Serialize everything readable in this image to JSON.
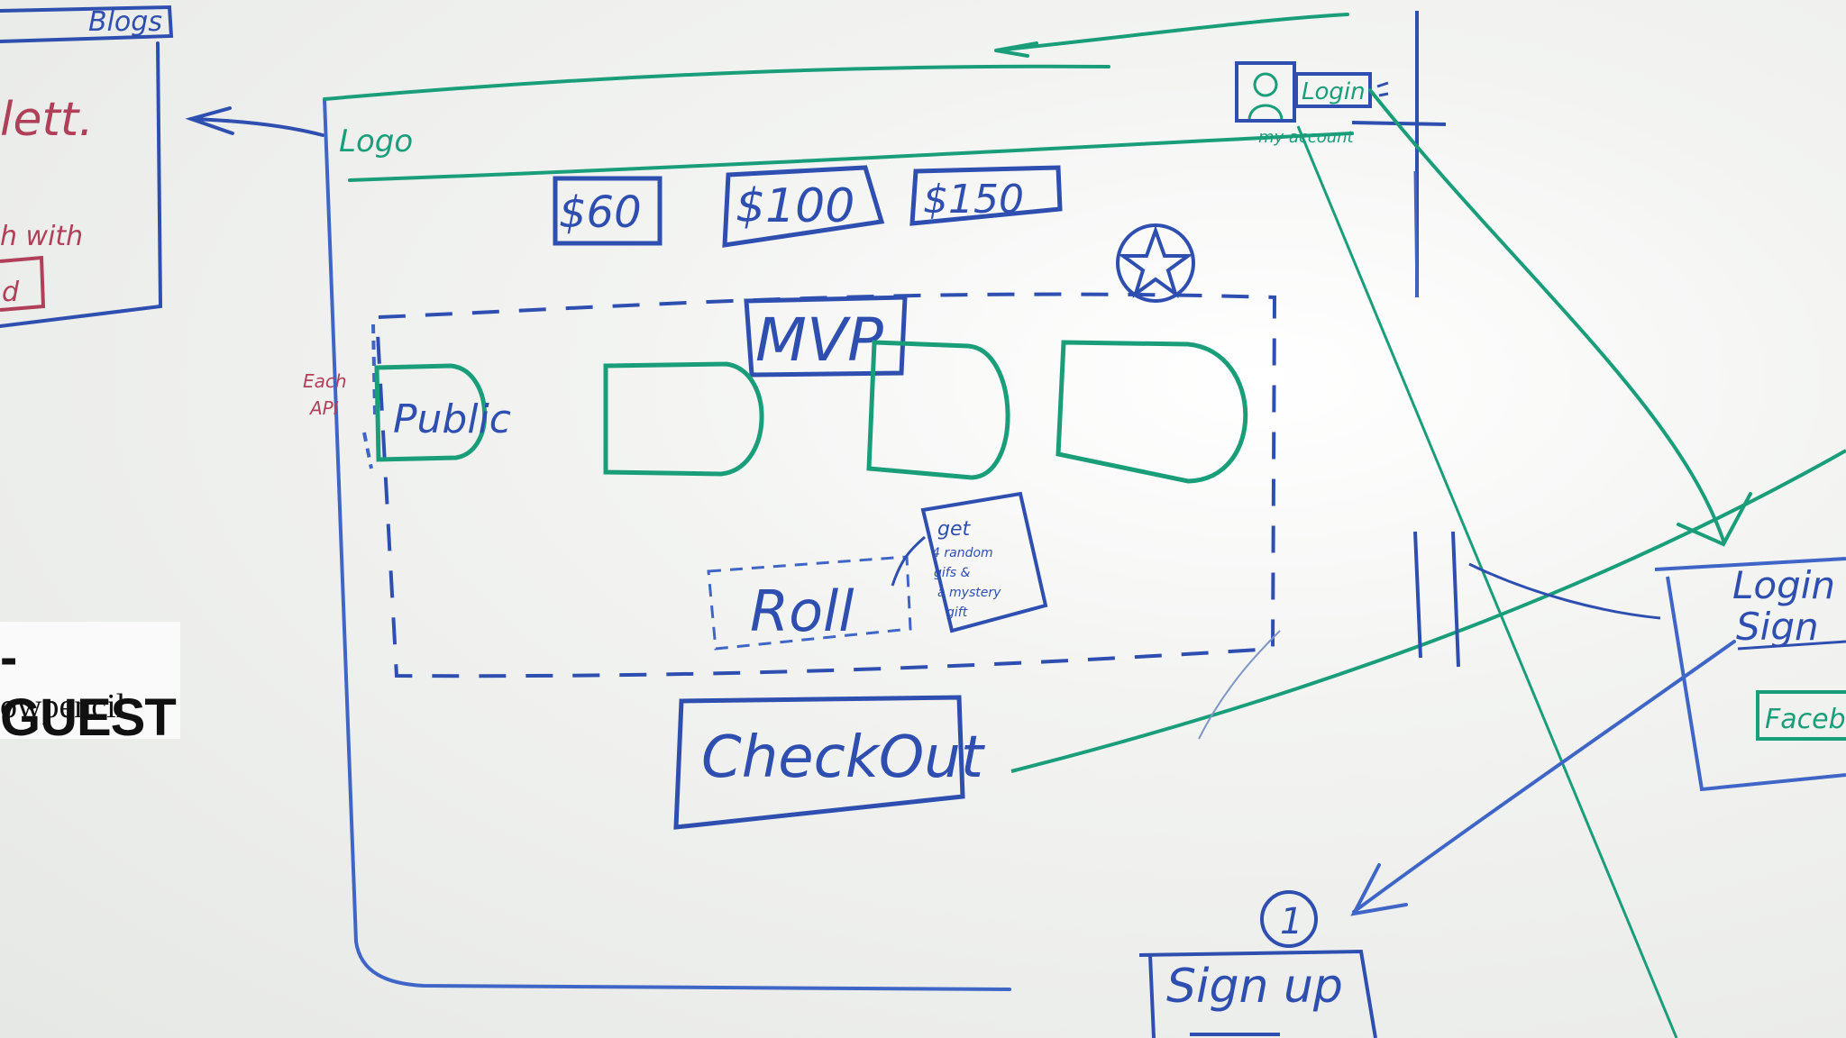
{
  "colors": {
    "board": "#eef0ed",
    "blue_marker": "#2f4fb0",
    "green_marker": "#1a9e7a",
    "red_marker": "#b0405a"
  },
  "left_panel": {
    "title": "Blogs",
    "line1": "lett.",
    "line2": "h with"
  },
  "header": {
    "logo": "Logo",
    "avatar_icon": "person-icon",
    "login_label": "Login",
    "account_label": "my account"
  },
  "prices": [
    "$60",
    "$100",
    "$150"
  ],
  "featured_star": "star-icon",
  "mvp_label": "MVP",
  "side_note": "Each API",
  "cards": [
    "Public",
    "",
    "",
    ""
  ],
  "roll_label": "Roll",
  "roll_note": "get 4 random gifs & a mystery gift",
  "checkout_label": "CheckOut",
  "sticker": {
    "line1": "-GUEST",
    "line2": "owpencil"
  },
  "login_panel": {
    "title_line1": "Login",
    "title_line2": "Sign",
    "facebook_label": "Facebook"
  },
  "signup": {
    "step": "1",
    "label": "Sign up"
  }
}
